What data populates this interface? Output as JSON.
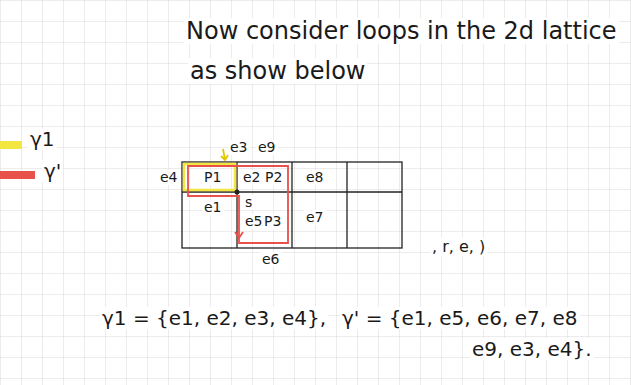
{
  "diagram": {
    "labels": [
      "Now consider loops in the 2d lattice",
      "as show below",
      "e3",
      "e9",
      "e4",
      "P1",
      "e2",
      "P2",
      "e8",
      "e1",
      "s",
      "e5",
      "P3",
      "e7",
      "e6",
      ", r, e, )",
      "γ1 = {e1, e2, e3, e4},",
      "γ' = {e1, e5, e6, e7, e8",
      "e9, e3, e4}."
    ],
    "legend": [
      {
        "text": "γ1",
        "color": "#f4e640"
      },
      {
        "text": "γ'",
        "color": "#e8504a"
      }
    ]
  }
}
